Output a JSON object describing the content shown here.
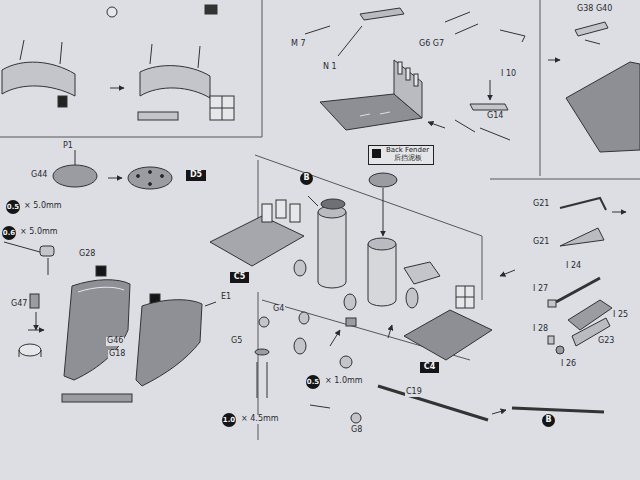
{
  "diagram": {
    "nodes": [
      {
        "text": [
          "Back Fender",
          "后挡泥板"
        ]
      },
      {
        "text": [
          "D5"
        ]
      },
      {
        "text": [
          "C5"
        ]
      },
      {
        "text": [
          "C4"
        ]
      },
      {
        "text": [
          "B"
        ]
      },
      {
        "text": [
          "B"
        ]
      }
    ],
    "labels": [
      "M 7",
      "N 1",
      "G6 G7",
      "I 10",
      "G14",
      "G38 G40",
      "G21",
      "G21",
      "I 24",
      "I 27",
      "I 25",
      "I 28",
      "G23",
      "I 26",
      "P1",
      "G44",
      "0.5",
      "× 5.0mm",
      "0.6",
      "× 5.0mm",
      "G28",
      "G47",
      "G46",
      "G18",
      "E1",
      "G4",
      "G5",
      "1.0",
      "× 4.5mm",
      "0.5",
      "× 1.0mm",
      "G8",
      "C19"
    ]
  }
}
